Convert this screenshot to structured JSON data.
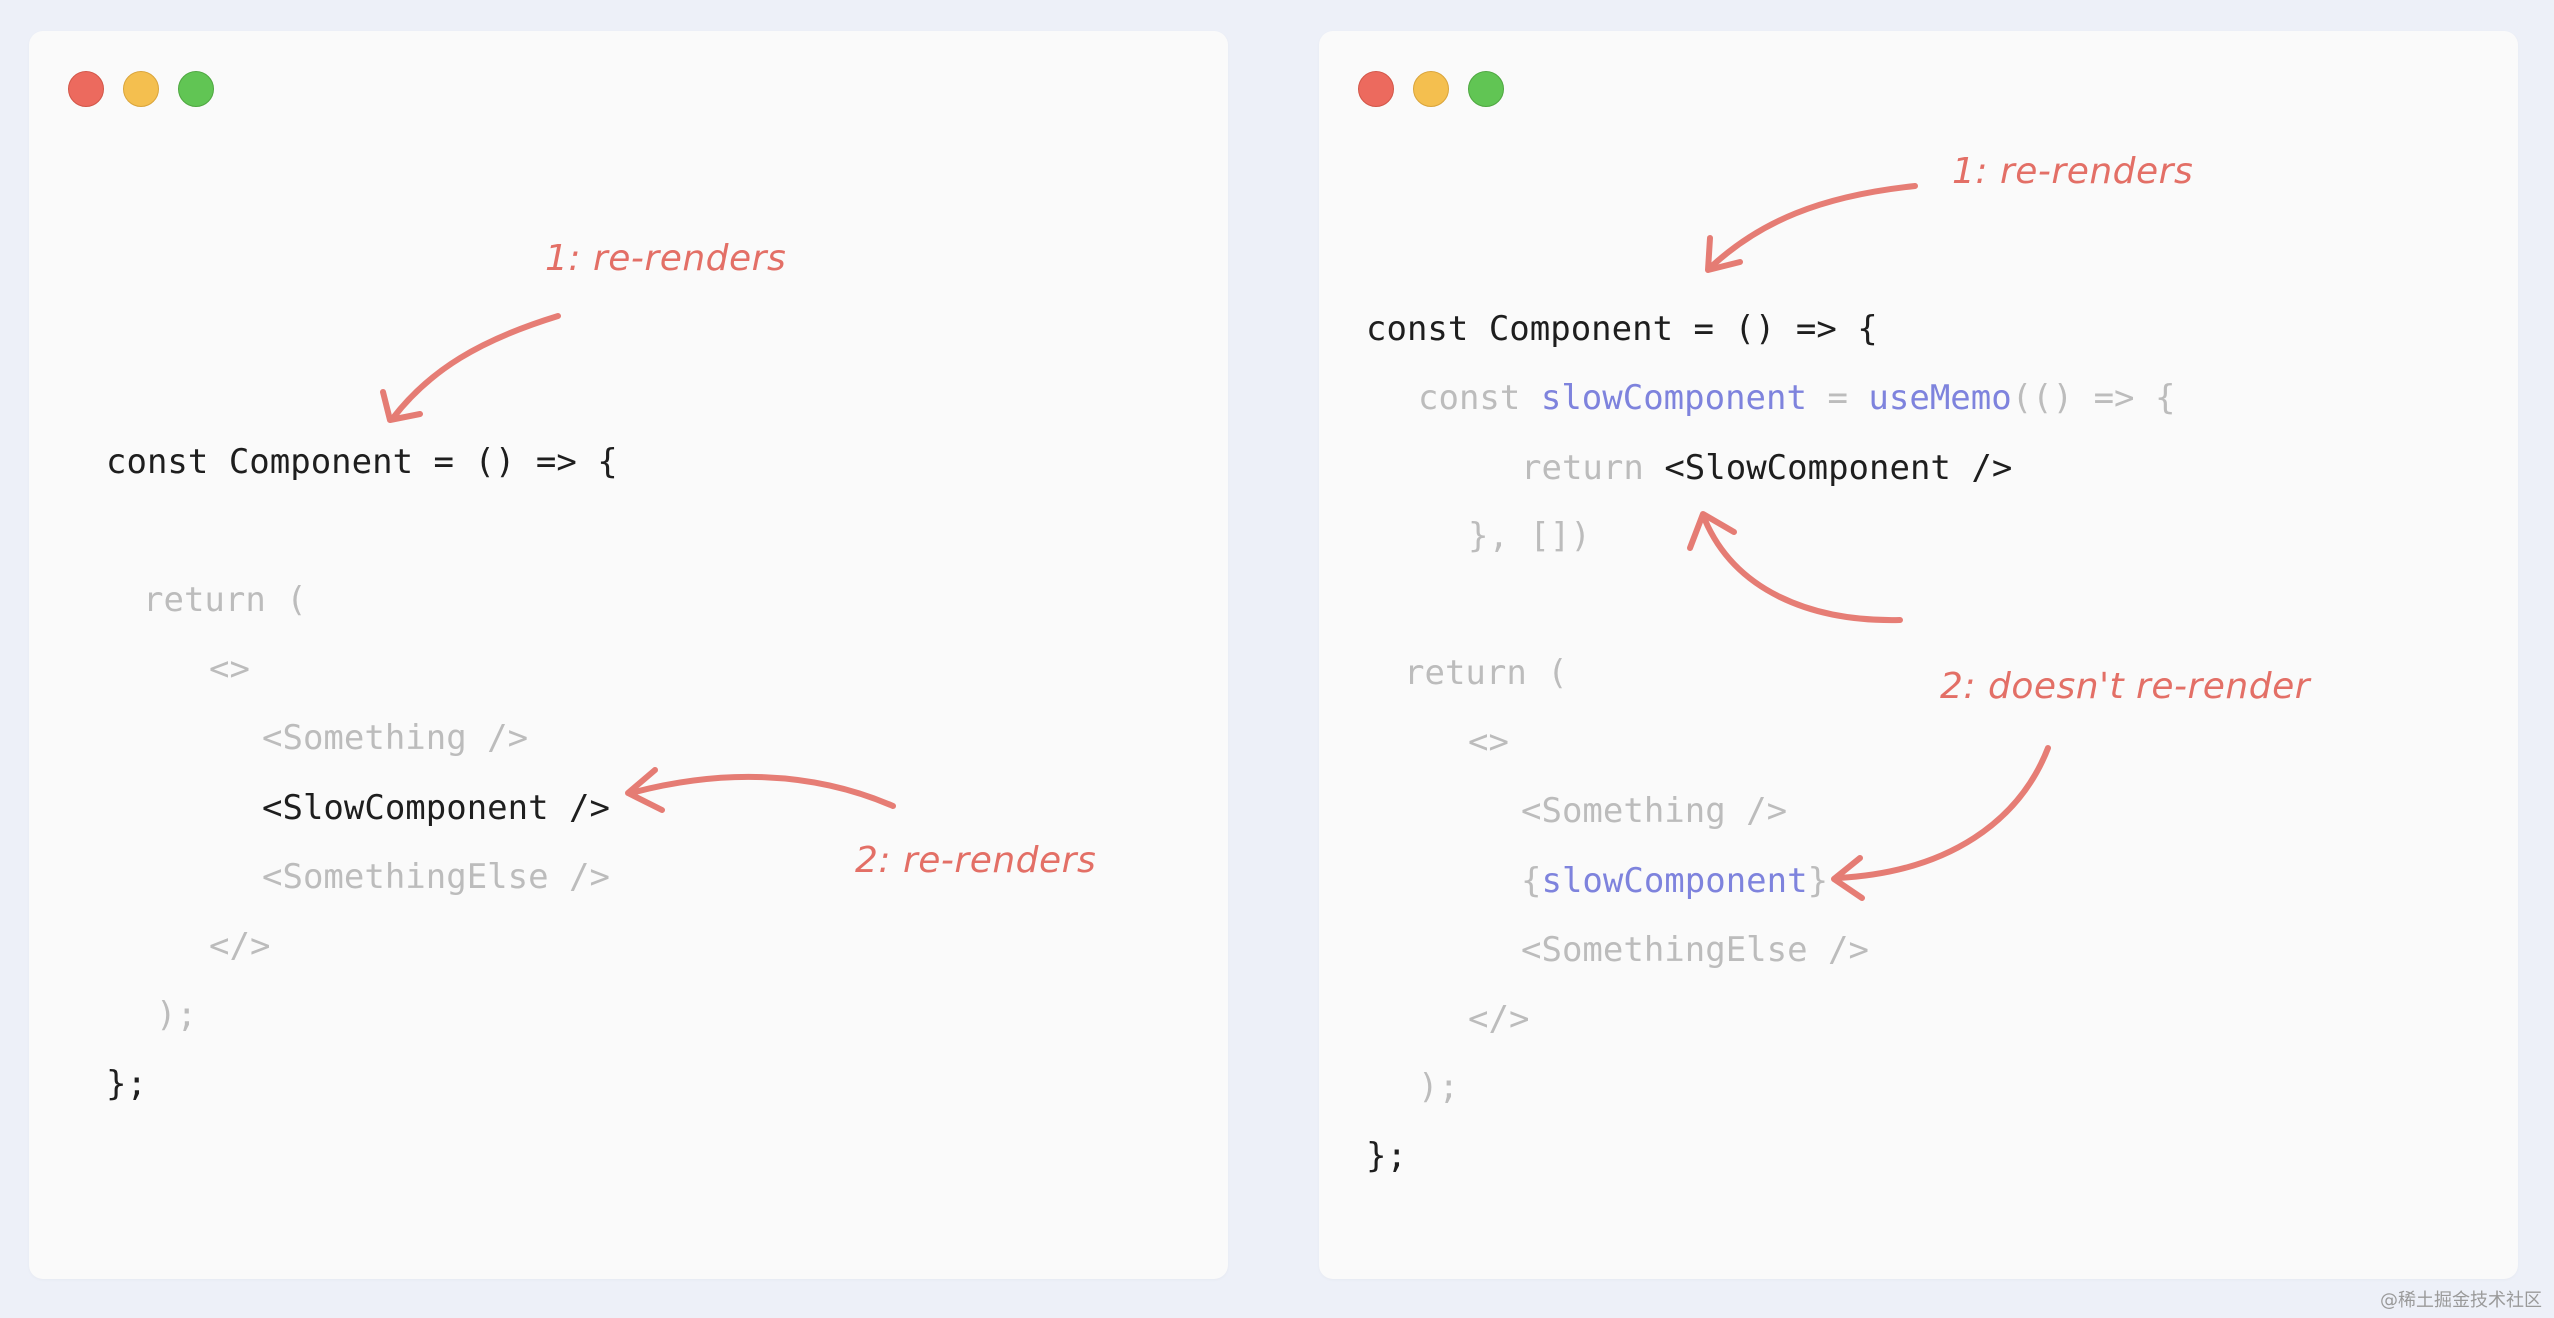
{
  "left": {
    "code_lines": [
      "const Component = () => {",
      "return (",
      "<>",
      "<Something />",
      "<SlowComponent />",
      "<SomethingElse />",
      "</>",
      ");",
      "};"
    ],
    "annotations": [
      "1: re-renders",
      "2: re-renders"
    ]
  },
  "right": {
    "code_lines": [
      "const Component = () => {",
      "const",
      "slowComponent",
      "=",
      "useMemo",
      "(() => {",
      "return",
      "<SlowComponent />",
      "}, [])",
      "return (",
      "<>",
      "<Something />",
      "{",
      "slowComponent",
      "}",
      "<SomethingElse />",
      "</>",
      ");",
      "};"
    ],
    "annotations": [
      "1: re-renders",
      "2: doesn't re-render"
    ]
  },
  "watermark": "@稀土掘金技术社区",
  "colors": {
    "background": "#edf0f8",
    "window": "#fafafa",
    "highlight_text": "#1e1e1e",
    "dim_text": "#bcbcbc",
    "accent_purple": "#7e83dd",
    "annotation": "#e36f66"
  }
}
